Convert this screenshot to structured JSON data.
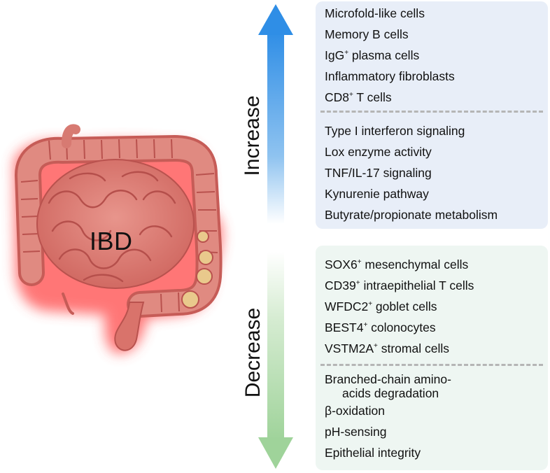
{
  "condition": "IBD",
  "increase": {
    "label": "Increase",
    "cells": [
      {
        "name": "Microfold-like cells",
        "sup": ""
      },
      {
        "name": "Memory B cells",
        "sup": ""
      },
      {
        "name": "IgG",
        "sup": "+",
        "rest": " plasma cells"
      },
      {
        "name": "Inflammatory fibroblasts",
        "sup": ""
      },
      {
        "name": "CD8",
        "sup": "+",
        "rest": " T cells"
      }
    ],
    "pathways": [
      "Type I interferon signaling",
      "Lox enzyme activity",
      "TNF/IL-17 signaling",
      "Kynurenie pathway",
      "Butyrate/propionate metabolism"
    ]
  },
  "decrease": {
    "label": "Decrease",
    "cells": [
      {
        "name": "SOX6",
        "sup": "+",
        "rest": " mesenchymal cells"
      },
      {
        "name": "CD39",
        "sup": "+",
        "rest": " intraepithelial T cells"
      },
      {
        "name": "WFDC2",
        "sup": "+",
        "rest": " goblet cells"
      },
      {
        "name": "BEST4",
        "sup": "+",
        "rest": " colonocytes"
      },
      {
        "name": "VSTM2A",
        "sup": "+",
        "rest": " stromal cells"
      }
    ],
    "pathways": {
      "branched_1": "Branched-chain amino-",
      "branched_2": "acids degradation",
      "p2": "β-oxidation",
      "p3": "pH-sensing",
      "p4": "Epithelial integrity"
    }
  },
  "colors": {
    "increase_arrow_top": "#2f8ee6",
    "decrease_arrow_bottom": "#9fd39a",
    "increase_panel": "#e8eef8",
    "decrease_panel": "#eef6f2",
    "intestine": "#d9736b",
    "glow": "#ff4a4a"
  }
}
